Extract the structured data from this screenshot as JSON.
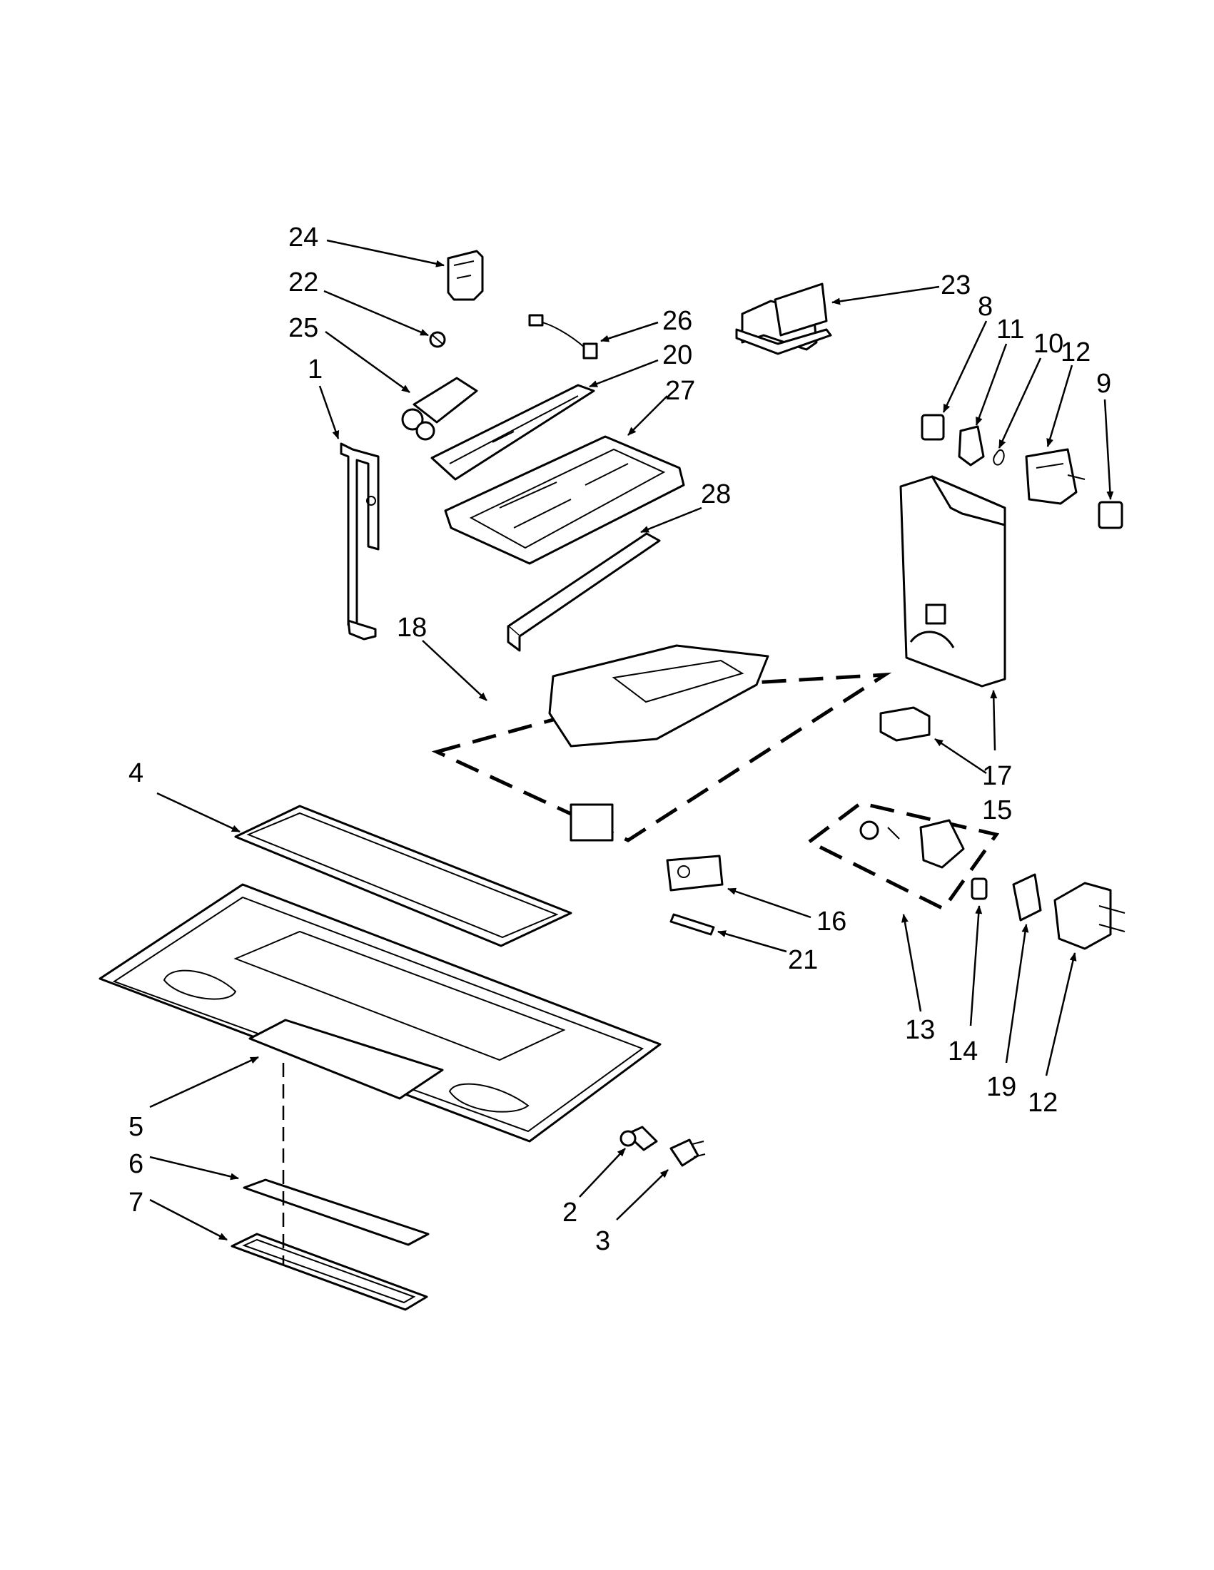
{
  "diagram": {
    "callouts": [
      {
        "id": "24",
        "label": "24"
      },
      {
        "id": "22",
        "label": "22"
      },
      {
        "id": "25",
        "label": "25"
      },
      {
        "id": "1",
        "label": "1"
      },
      {
        "id": "26",
        "label": "26"
      },
      {
        "id": "20",
        "label": "20"
      },
      {
        "id": "27",
        "label": "27"
      },
      {
        "id": "28",
        "label": "28"
      },
      {
        "id": "18",
        "label": "18"
      },
      {
        "id": "23",
        "label": "23"
      },
      {
        "id": "8",
        "label": "8"
      },
      {
        "id": "11",
        "label": "11"
      },
      {
        "id": "10",
        "label": "10"
      },
      {
        "id": "12a",
        "label": "12"
      },
      {
        "id": "9",
        "label": "9"
      },
      {
        "id": "17",
        "label": "17"
      },
      {
        "id": "15",
        "label": "15"
      },
      {
        "id": "4",
        "label": "4"
      },
      {
        "id": "16",
        "label": "16"
      },
      {
        "id": "21",
        "label": "21"
      },
      {
        "id": "13",
        "label": "13"
      },
      {
        "id": "14",
        "label": "14"
      },
      {
        "id": "19",
        "label": "19"
      },
      {
        "id": "12b",
        "label": "12"
      },
      {
        "id": "5",
        "label": "5"
      },
      {
        "id": "6",
        "label": "6"
      },
      {
        "id": "7",
        "label": "7"
      },
      {
        "id": "2",
        "label": "2"
      },
      {
        "id": "3",
        "label": "3"
      }
    ]
  }
}
